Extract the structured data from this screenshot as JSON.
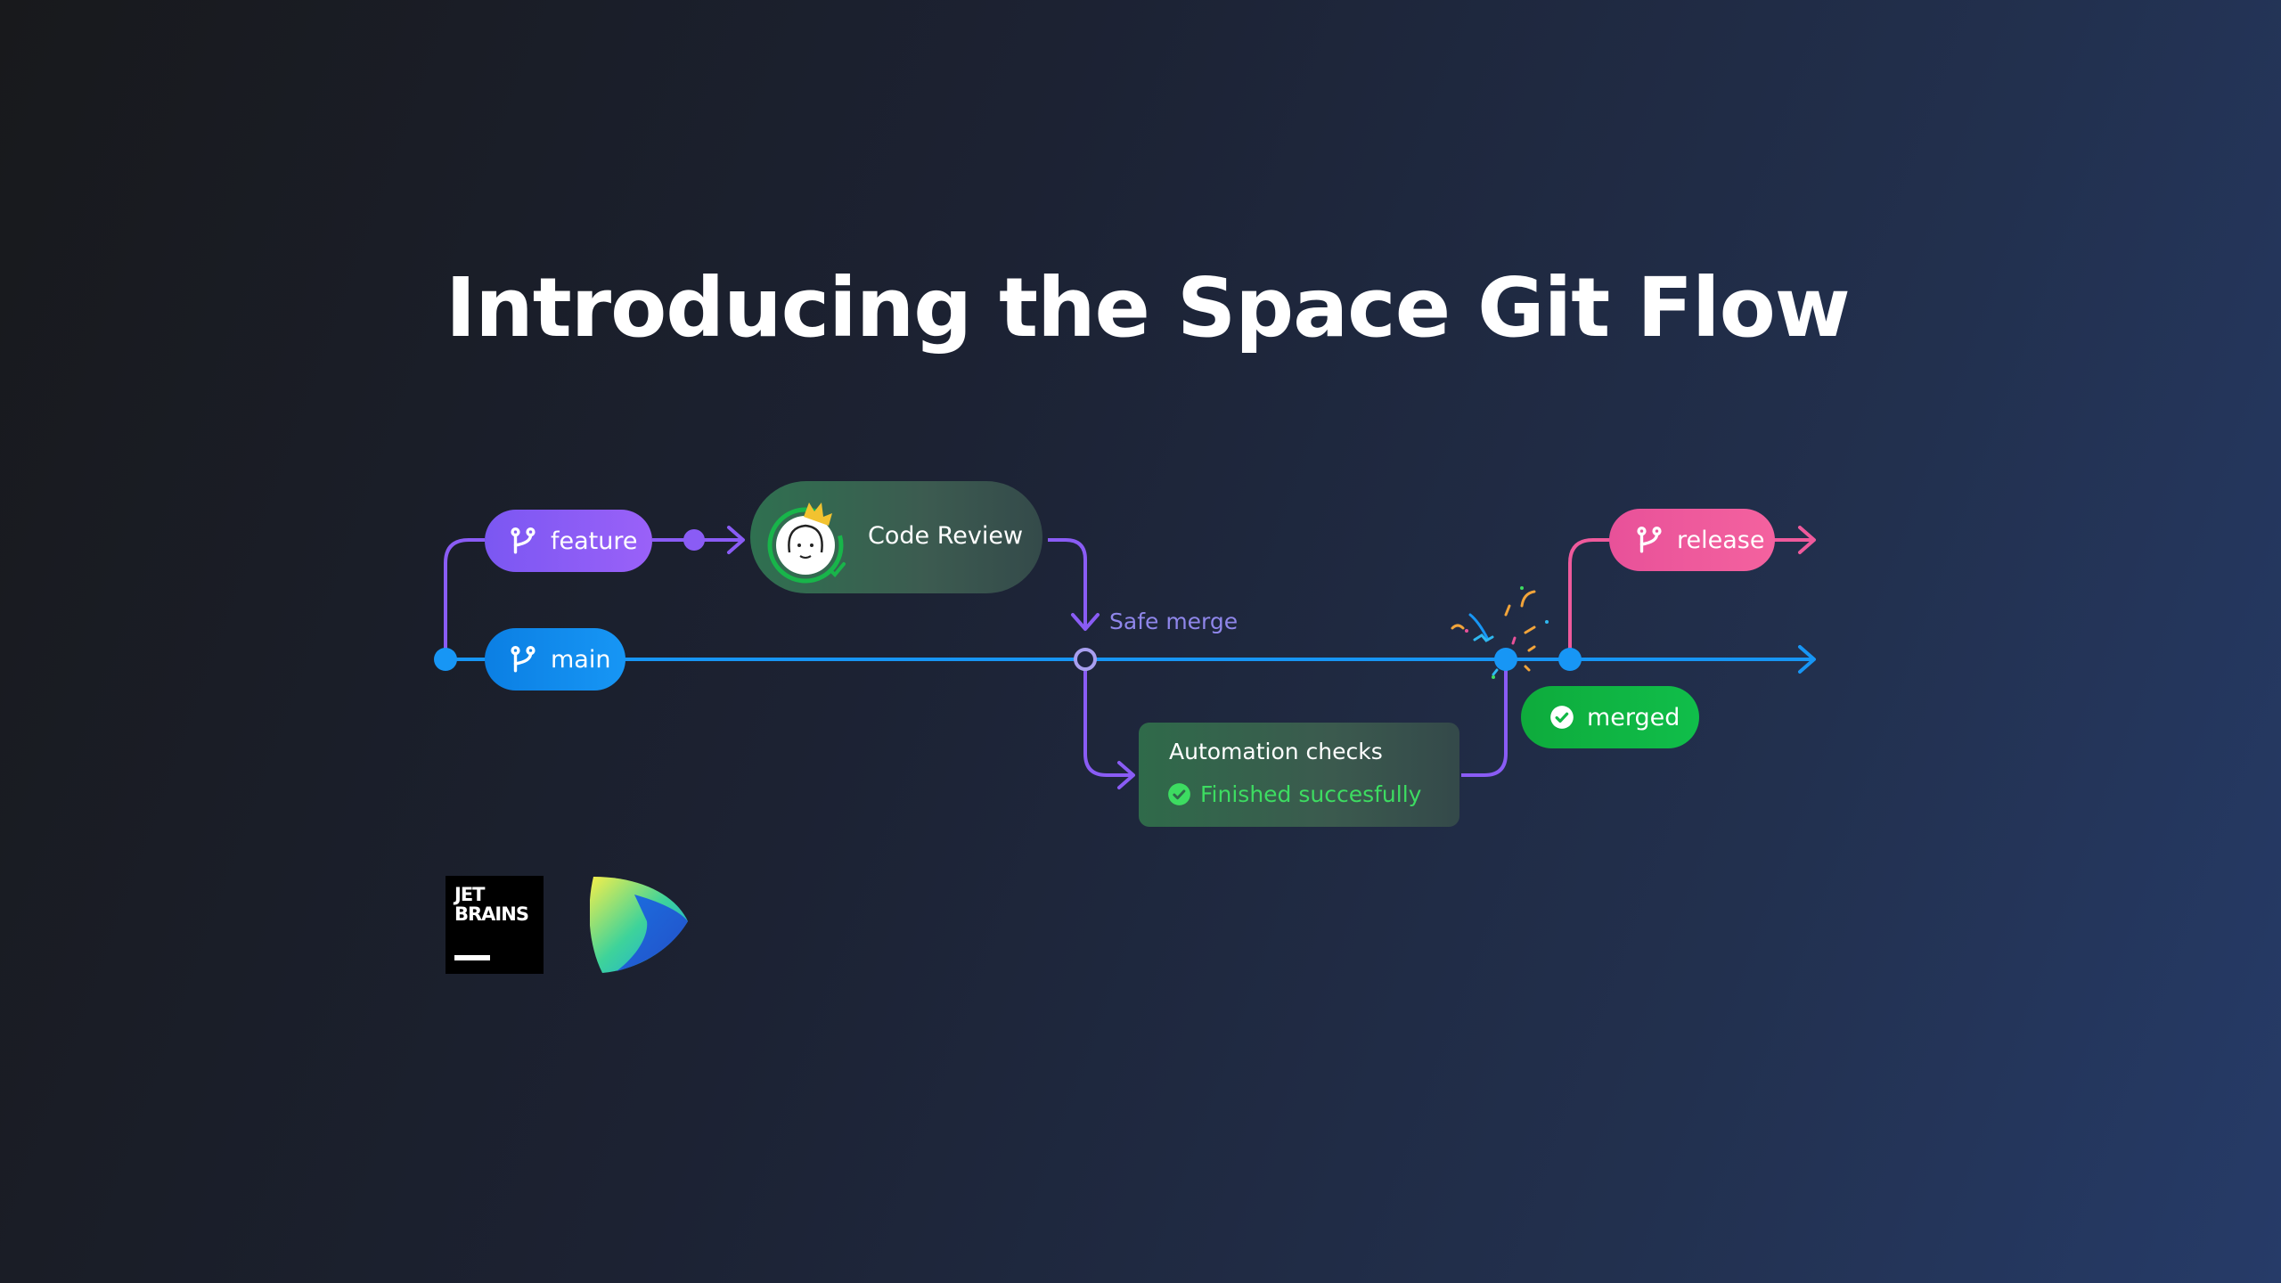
{
  "title": "Introducing the Space Git Flow",
  "branches": {
    "feature": "feature",
    "main": "main",
    "release": "release"
  },
  "code_review": {
    "label": "Code Review"
  },
  "safe_merge": "Safe merge",
  "automation": {
    "heading": "Automation checks",
    "status": "Finished succesfully"
  },
  "merged": "merged",
  "logo": {
    "jetbrains": "JET BRAINS"
  },
  "icons": {
    "branch": "git-branch-icon",
    "check": "check-circle-icon",
    "avatar": "reviewer-avatar-icon",
    "logo_space": "space-logo-icon"
  },
  "colors": {
    "main": "#1796f5",
    "feature": "#8a5cf5",
    "release": "#ef5a9c",
    "merged": "#10b845",
    "success_text": "#3ddc61"
  }
}
